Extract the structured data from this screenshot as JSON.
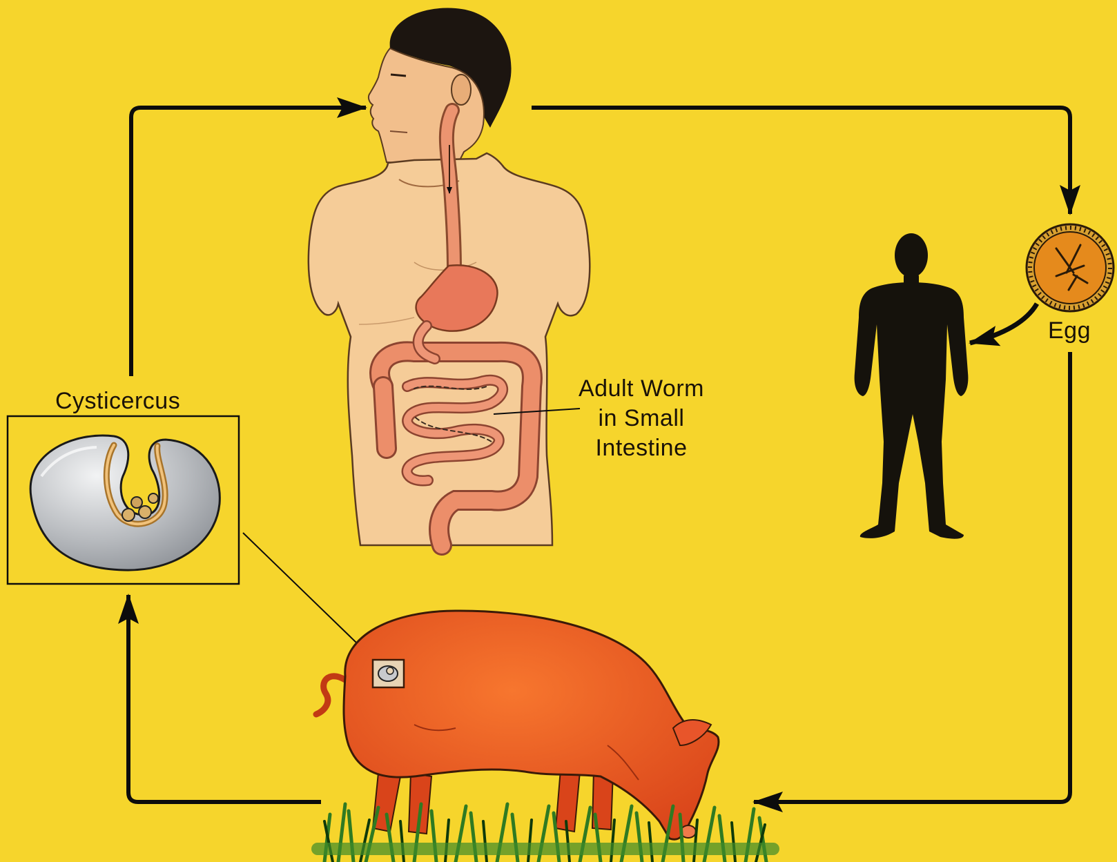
{
  "labels": {
    "cysticercus": "Cysticercus",
    "egg": "Egg",
    "adult_worm": [
      "Adult Worm",
      "in Small",
      "Intestine"
    ]
  },
  "colors": {
    "background": "#f6d52c",
    "skin": "#f5cc98",
    "intestine": "#ea8864",
    "pig": "#ec5a22",
    "grass": "#2f7a22",
    "silhouette": "#15120c",
    "cyst_shell": "#b9bcc0",
    "egg": "#e58a1c",
    "line": "#0c0c0c"
  },
  "cycle_order": [
    "human-host",
    "egg",
    "pig-host",
    "cysticercus",
    "human-host"
  ],
  "icons": [
    "human-torso-illustration",
    "human-silhouette-icon",
    "egg-icon",
    "pig-illustration",
    "cysticercus-illustration"
  ]
}
